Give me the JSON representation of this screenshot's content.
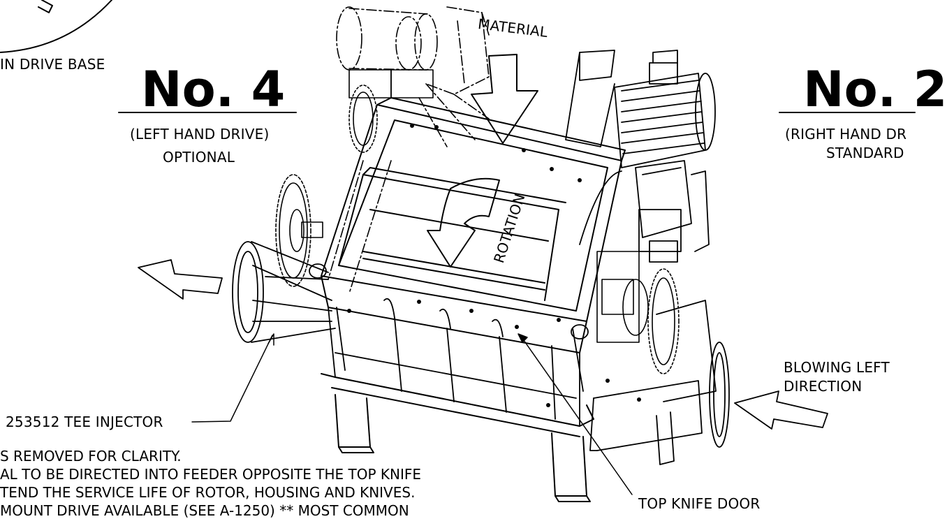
{
  "labels": {
    "main_drive_base": "IN DRIVE BASE",
    "material": "MATERIAL",
    "rotation": "ROTATION",
    "tee_injector": "253512 TEE INJECTOR",
    "top_knife_door": "TOP KNIFE DOOR",
    "blowing_left_1": "BLOWING LEFT",
    "blowing_left_2": "DIRECTION"
  },
  "left_drive": {
    "number": "No. 4",
    "description": "(LEFT HAND DRIVE)",
    "note": "OPTIONAL"
  },
  "right_drive": {
    "number": "No. 2",
    "description": "(RIGHT HAND DR",
    "note": "STANDARD"
  },
  "notes": [
    "S REMOVED FOR CLARITY.",
    "AL TO BE DIRECTED INTO FEEDER OPPOSITE THE TOP KNIFE",
    "TEND THE SERVICE LIFE OF ROTOR, HOUSING AND KNIVES.",
    "MOUNT DRIVE AVAILABLE (SEE A-1250) ** MOST COMMON"
  ]
}
